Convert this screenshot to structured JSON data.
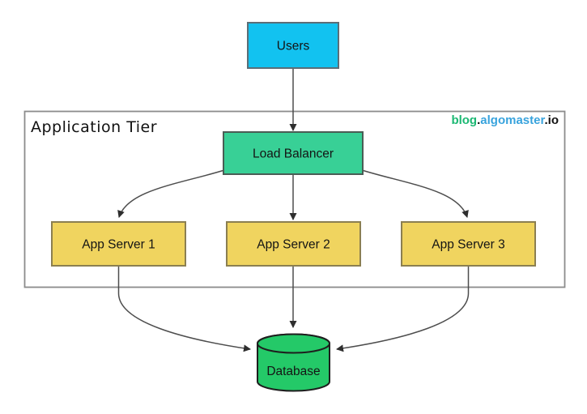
{
  "diagram": {
    "container_label": "Application Tier",
    "watermark": {
      "blog": "blog",
      "dot1": ".",
      "algomaster": "algomaster",
      "dot2": ".",
      "io": "io",
      "blog_color": "#1cb873",
      "algomaster_color": "#38a3dd",
      "io_color": "#111111"
    },
    "nodes": {
      "users": {
        "label": "Users",
        "fill": "#12c2f0"
      },
      "load_balancer": {
        "label": "Load Balancer",
        "fill": "#38d096"
      },
      "app_server_1": {
        "label": "App Server 1",
        "fill": "#f0d45f"
      },
      "app_server_2": {
        "label": "App Server 2",
        "fill": "#f0d45f"
      },
      "app_server_3": {
        "label": "App Server 3",
        "fill": "#f0d45f"
      },
      "database": {
        "label": "Database",
        "fill": "#24c968"
      }
    },
    "edges": [
      {
        "from": "Users",
        "to": "Load Balancer"
      },
      {
        "from": "Load Balancer",
        "to": "App Server 1"
      },
      {
        "from": "Load Balancer",
        "to": "App Server 2"
      },
      {
        "from": "Load Balancer",
        "to": "App Server 3"
      },
      {
        "from": "App Server 1",
        "to": "Database"
      },
      {
        "from": "App Server 2",
        "to": "Database"
      },
      {
        "from": "App Server 3",
        "to": "Database"
      }
    ]
  }
}
